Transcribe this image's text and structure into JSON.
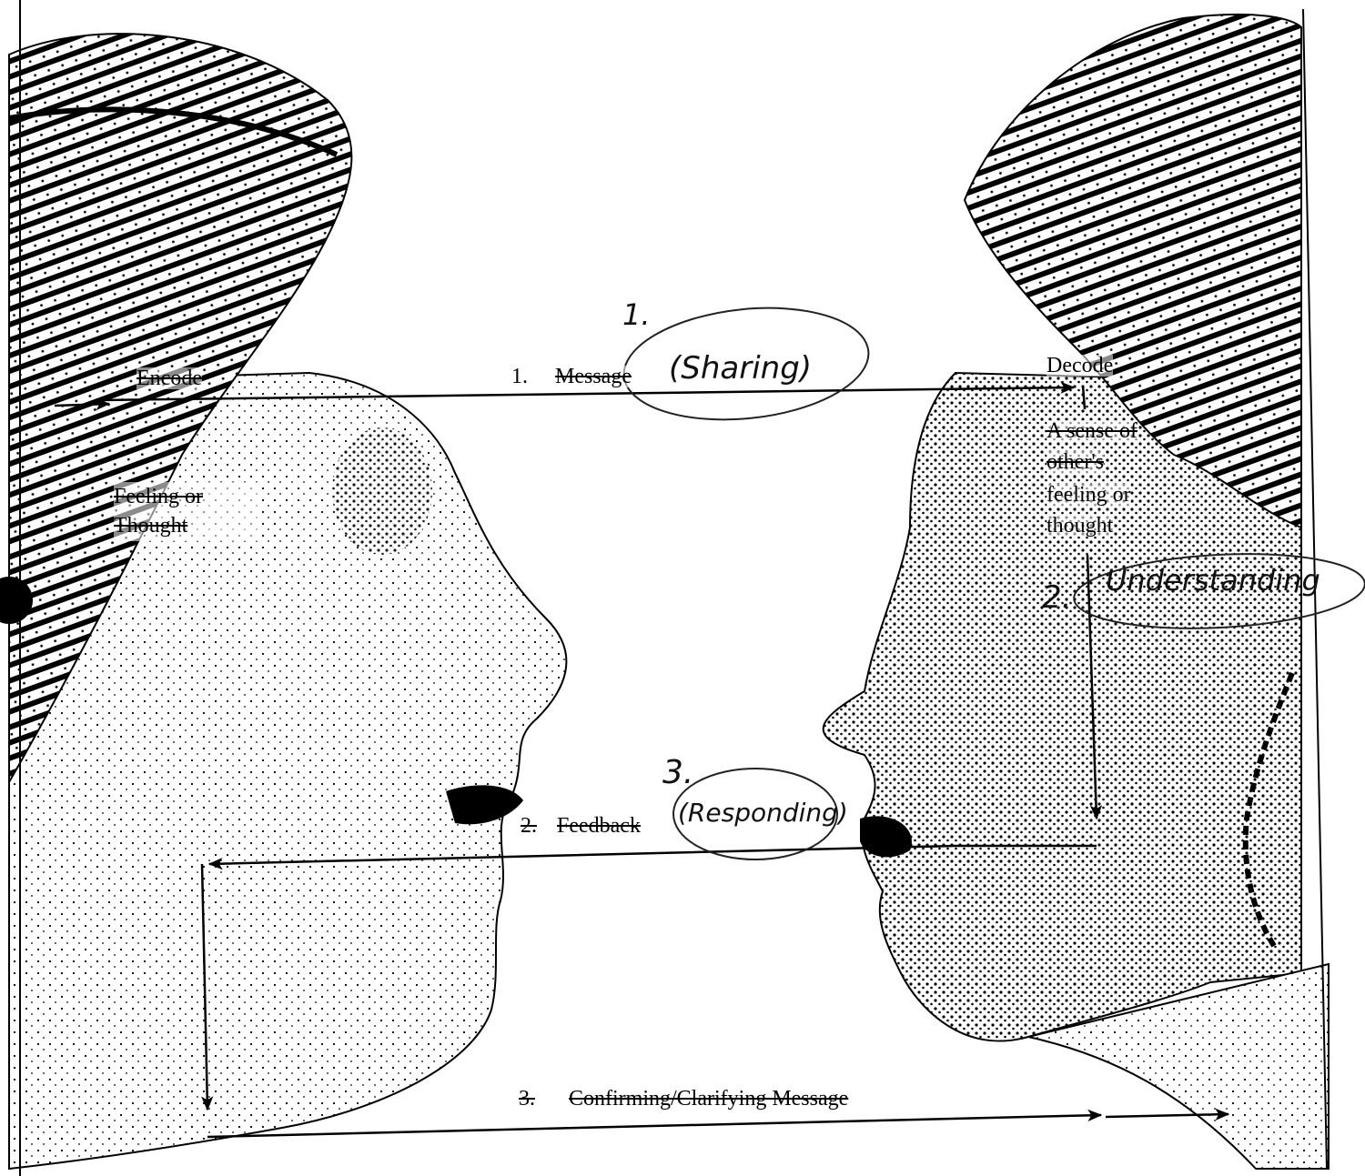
{
  "labels": {
    "encode": "Encode",
    "feeling_or_thought": "Feeling or Thought",
    "decode": "Decode",
    "sense_line1": "A sense of",
    "sense_line2": "other's",
    "sense_line3": "feeling or",
    "sense_line4": "thought",
    "step1_number": "1.",
    "step1_label": "Message",
    "step2_number": "2.",
    "step2_label": "Feedback",
    "step3_number": "3.",
    "step3_label": "Confirming/Clarifying Message"
  },
  "annotations": {
    "step1_mark": "1.",
    "step1_note": "(Sharing)",
    "step2_mark": "2.",
    "step2_note": "Understanding",
    "step3_mark": "3.",
    "step3_note": "(Responding)"
  }
}
